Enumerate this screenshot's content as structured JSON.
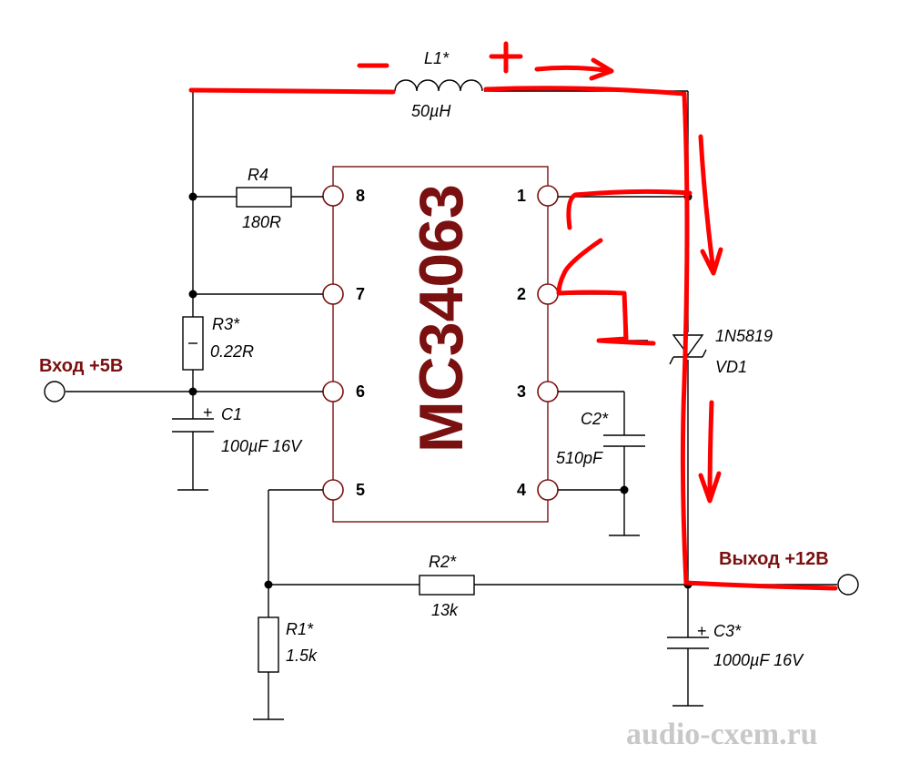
{
  "chip": {
    "name": "MC34063"
  },
  "pins": [
    "1",
    "2",
    "3",
    "4",
    "5",
    "6",
    "7",
    "8"
  ],
  "components": {
    "l1": {
      "ref": "L1*",
      "value": "50µH"
    },
    "r4": {
      "ref": "R4",
      "value": "180R"
    },
    "r3": {
      "ref": "R3*",
      "value": "0.22R"
    },
    "c1": {
      "ref": "C1",
      "value": "100µF 16V"
    },
    "c2": {
      "ref": "C2*",
      "value": "510pF"
    },
    "vd1": {
      "ref": "VD1",
      "value": "1N5819"
    },
    "r2": {
      "ref": "R2*",
      "value": "13k"
    },
    "r1": {
      "ref": "R1*",
      "value": "1.5k"
    },
    "c3": {
      "ref": "C3*",
      "value": "1000µF 16V"
    }
  },
  "io": {
    "input": "Вход +5В",
    "output": "Выход +12В"
  },
  "annotations": {
    "minus": "−",
    "plus": "+"
  },
  "cap_plus": "+",
  "watermark": "audio-cxem.ru",
  "colors": {
    "accent": "#7a1010",
    "annotation": "#ff0000",
    "watermark": "#c8c8c8"
  }
}
